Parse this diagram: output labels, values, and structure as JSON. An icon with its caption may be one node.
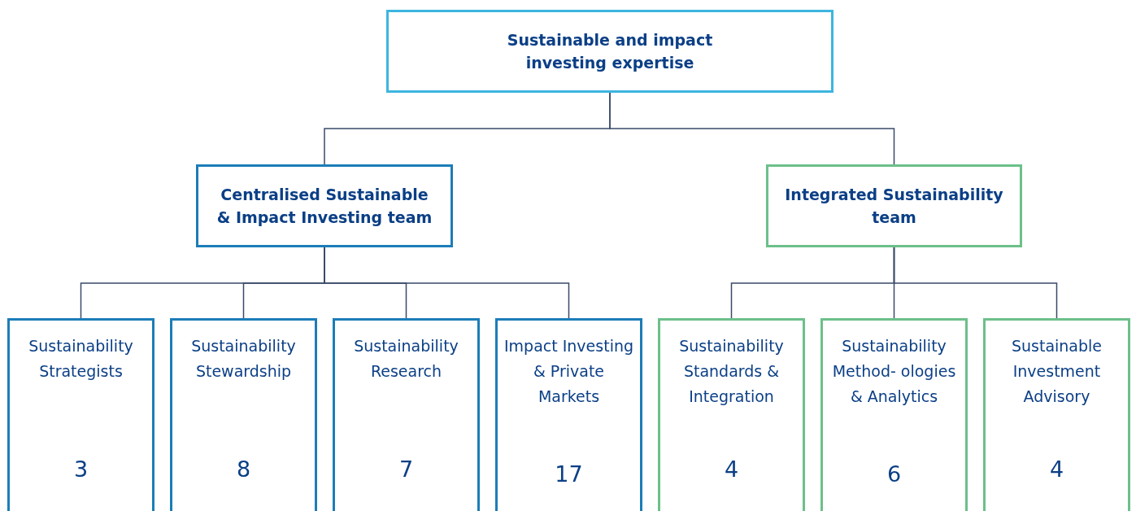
{
  "diagram": {
    "nodes": [
      {
        "text": [
          "Sustainable and impact investing expertise"
        ]
      },
      {
        "text": [
          "Centralised Sustainable & Impact Investing team"
        ]
      },
      {
        "text": [
          "Integrated Sustainability team"
        ]
      },
      {
        "text": [
          "Sustainability Strategists",
          "3"
        ]
      },
      {
        "text": [
          "Sustainability Stewardship",
          "8"
        ]
      },
      {
        "text": [
          "Sustainability Research",
          "7"
        ]
      },
      {
        "text": [
          "Impact Investing & Private Markets",
          "17"
        ]
      },
      {
        "text": [
          "Sustainability Standards & Integration",
          "4"
        ]
      },
      {
        "text": [
          "Sustainability Method- ologies & Analytics",
          "6"
        ]
      },
      {
        "text": [
          "Sustainable Investment Advisory",
          "4"
        ]
      }
    ],
    "edges": [
      {
        "from": 0,
        "to": 1,
        "arrow": "none"
      },
      {
        "from": 0,
        "to": 2,
        "arrow": "none"
      },
      {
        "from": 1,
        "to": 3,
        "arrow": "none"
      },
      {
        "from": 1,
        "to": 4,
        "arrow": "none"
      },
      {
        "from": 1,
        "to": 5,
        "arrow": "none"
      },
      {
        "from": 1,
        "to": 6,
        "arrow": "none"
      },
      {
        "from": 2,
        "to": 7,
        "arrow": "none"
      },
      {
        "from": 2,
        "to": 8,
        "arrow": "none"
      },
      {
        "from": 2,
        "to": 9,
        "arrow": "none"
      }
    ]
  }
}
